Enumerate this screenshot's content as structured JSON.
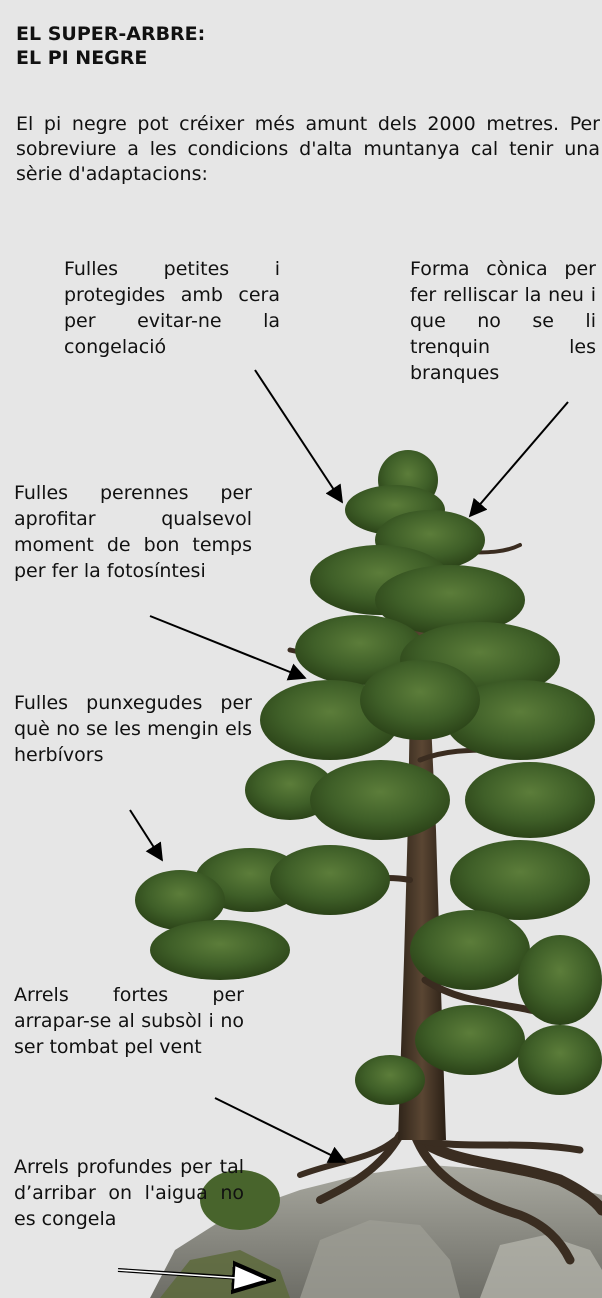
{
  "title": {
    "line1": "EL SUPER-ARBRE:",
    "line2": "EL PI NEGRE"
  },
  "intro": "El pi negre pot créixer més amunt dels 2000 metres. Per sobreviure a les condicions d'alta muntanya cal tenir una sèrie d'adaptacions:",
  "annotations": [
    {
      "id": "leaves-wax",
      "text": "Fulles petites i protegides amb cera per evitar-ne la congelació"
    },
    {
      "id": "conical-shape",
      "text": "Forma cònica per fer relliscar la neu i que no se li trenquin les branques"
    },
    {
      "id": "evergreen",
      "text": "Fulles perennes per aprofitar qualsevol moment de bon temps per fer la fotosíntesi"
    },
    {
      "id": "pointed-leaves",
      "text": "Fulles punxegudes per què no se les mengin els herbívors"
    },
    {
      "id": "strong-roots",
      "text": "Arrels fortes per arrapar-se al subsòl i no ser tombat pel vent"
    },
    {
      "id": "deep-roots",
      "text": "Arrels profundes per tal d’arribar on l'aigua no es congela"
    }
  ],
  "colors": {
    "background": "#e6e6e6",
    "foliage": "#3d5a2a",
    "trunk": "#4a3a2c",
    "rock": "#8d8d86"
  },
  "icons": [
    "pine-tree-photo",
    "arrow-icon"
  ]
}
